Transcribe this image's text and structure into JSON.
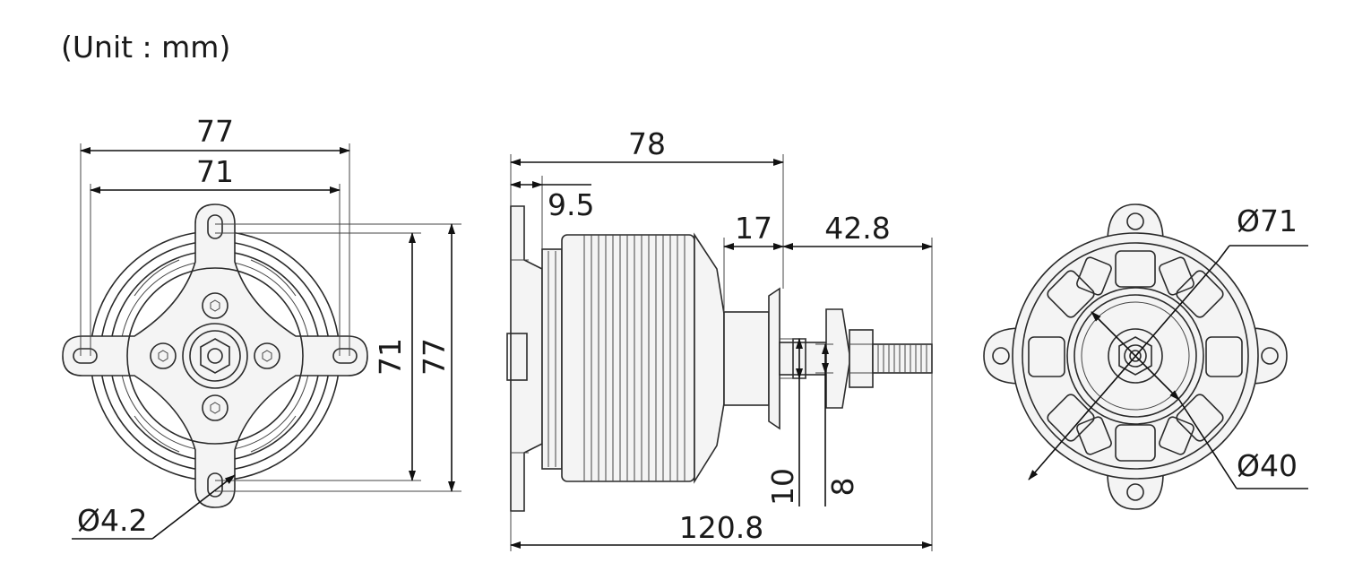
{
  "unit_label": "(Unit : mm)",
  "front_view": {
    "width_outer": "77",
    "width_inner": "71",
    "height_inner": "71",
    "height_outer": "77",
    "hole_diameter": "Ø4.2"
  },
  "side_view": {
    "total_body_length": "78",
    "mount_thickness": "9.5",
    "hub_length": "17",
    "shaft_length": "42.8",
    "overall_length": "120.8",
    "shaft_diameter_large": "10",
    "shaft_diameter_small": "8"
  },
  "rear_view": {
    "outer_diameter": "Ø71",
    "inner_diameter": "Ø40"
  }
}
